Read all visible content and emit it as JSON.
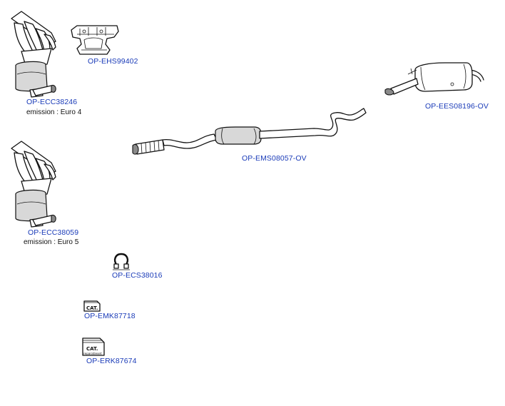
{
  "parts": {
    "manifold_cat_euro4": {
      "code": "OP-ECC38246",
      "note": "emission : Euro 4"
    },
    "heat_shield": {
      "code": "OP-EHS99402"
    },
    "rear_silencer": {
      "code": "OP-EES08196-OV"
    },
    "middle_silencer": {
      "code": "OP-EMS08057-OV"
    },
    "manifold_cat_euro5": {
      "code": "OP-ECC38059",
      "note": "emission : Euro 5"
    },
    "clamp": {
      "code": "OP-ECS38016"
    },
    "mounting_kit": {
      "code": "OP-EMK87718",
      "box_label": "CAT."
    },
    "repair_kit": {
      "code": "OP-ERK87674",
      "box_label": "CAT.",
      "box_sub": "reparatieset"
    }
  }
}
